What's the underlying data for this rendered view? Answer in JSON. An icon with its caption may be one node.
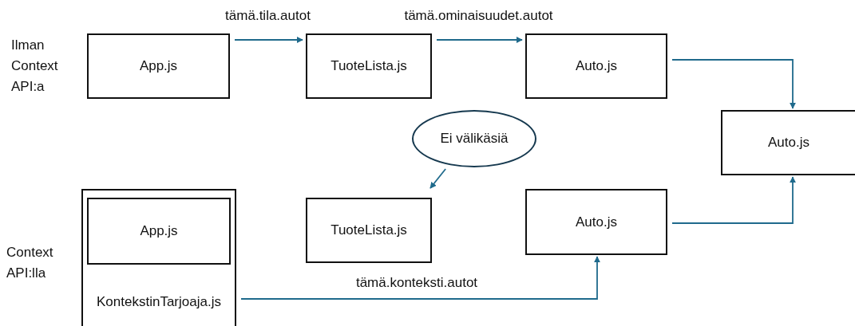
{
  "diagram": {
    "nodes": [
      {
        "text": [
          "App.js"
        ]
      },
      {
        "text": [
          "TuoteLista.js"
        ]
      },
      {
        "text": [
          "Auto.js"
        ]
      },
      {
        "text": [
          "Auto.js"
        ]
      },
      {
        "text": [
          "Ei välikäsiä"
        ]
      },
      {
        "text": [
          "KontekstinTarjoaja.js"
        ]
      },
      {
        "text": [
          "App.js"
        ],
        "in": 5
      },
      {
        "text": [
          "TuoteLista.js"
        ]
      },
      {
        "text": [
          "Auto.js"
        ]
      }
    ],
    "edges": [
      {
        "from": 0,
        "to": 1,
        "arrow": "to",
        "label": "tämä.tila.autot"
      },
      {
        "from": 1,
        "to": 2,
        "arrow": "to",
        "label": "tämä.ominaisuudet.autot"
      },
      {
        "from": 2,
        "to": 3,
        "arrow": "to"
      },
      {
        "from": 4,
        "to": 7,
        "arrow": "to"
      },
      {
        "from": 5,
        "to": 8,
        "arrow": "to",
        "label": "tämä.konteksti.autot"
      },
      {
        "from": 8,
        "to": 3,
        "arrow": "to"
      }
    ],
    "labels": [
      "Ilman Context API:a",
      "Context API:lla"
    ]
  }
}
